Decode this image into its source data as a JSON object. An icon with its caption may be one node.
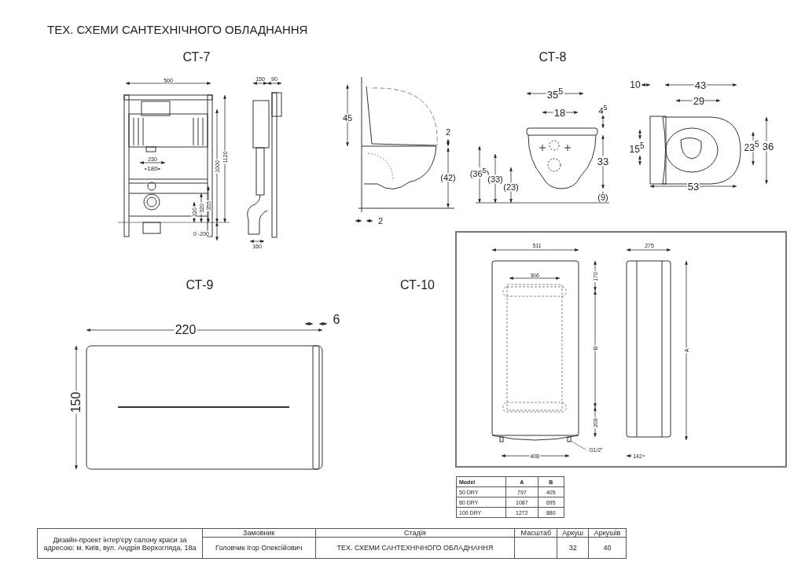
{
  "diagram": {
    "title": "ТЕХ. СХЕМИ САНТЕХНІЧНОГО ОБЛАДНАННЯ",
    "nodes": [
      {
        "text": [
          "G1/2\""
        ]
      },
      {
        "text": [],
        "shape": "box"
      }
    ],
    "edges": [
      {
        "from": 0,
        "to": 1,
        "arrow": "none"
      }
    ],
    "labels": [
      "СТ-7",
      "500",
      "150",
      "90",
      "230",
      "180",
      "1000",
      "1120",
      "220",
      "320",
      "355",
      "0 -200",
      "160",
      "СТ-8",
      "45",
      "2",
      "(42)",
      "2",
      "35$^{5}$",
      "18",
      "4$^{5}$",
      "33",
      "(36$^{5}$)",
      "(33)",
      "(23)",
      "(9)",
      "10",
      "43",
      "29",
      "15$^{5}$",
      "23$^{5}$",
      "36",
      "53",
      "СТ-9",
      "220",
      "150",
      "6",
      "СТ-10",
      "511",
      "275",
      "306",
      "170",
      "B",
      "A",
      "208",
      "408",
      "142",
      "Model",
      "A",
      "B",
      "50 DRY",
      "797",
      "405",
      "80 DRY",
      "1087",
      "695",
      "100 DRY",
      "1272",
      "880",
      "Дизайн-проект інтер'єру салону краси за адресою: м. Київ, вул. Андрія Верхогляда, 18а",
      "Замовник",
      "Стадія",
      "Масштаб",
      "Аркуш",
      "Аркушів",
      "Головчик Ігор Олексійович",
      "ТЕХ. СХЕМИ САНТЕХНІЧНОГО ОБЛАДНАННЯ",
      "32",
      "40"
    ]
  }
}
